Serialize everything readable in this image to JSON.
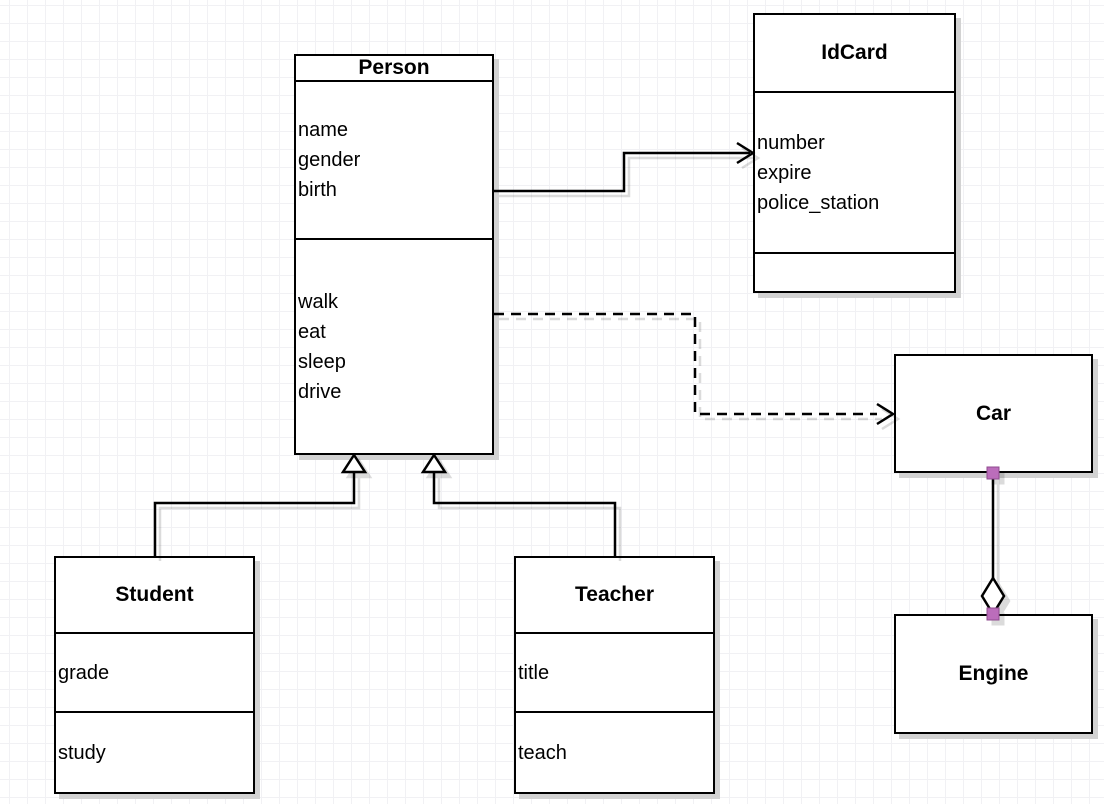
{
  "diagram": {
    "classes": {
      "person": {
        "name": "Person",
        "attributes": [
          "name",
          "gender",
          "birth"
        ],
        "methods": [
          "walk",
          "eat",
          "sleep",
          "drive"
        ]
      },
      "idcard": {
        "name": "IdCard",
        "attributes": [
          "number",
          "expire",
          "police_station"
        ],
        "methods": []
      },
      "car": {
        "name": "Car",
        "attributes": [],
        "methods": []
      },
      "engine": {
        "name": "Engine",
        "attributes": [],
        "methods": []
      },
      "student": {
        "name": "Student",
        "attributes": [
          "grade"
        ],
        "methods": [
          "study"
        ]
      },
      "teacher": {
        "name": "Teacher",
        "attributes": [
          "title"
        ],
        "methods": [
          "teach"
        ]
      }
    },
    "relationships": [
      {
        "from": "Person",
        "to": "IdCard",
        "type": "association",
        "line": "solid",
        "marker": "open-arrow"
      },
      {
        "from": "Person",
        "to": "Car",
        "type": "dependency",
        "line": "dashed",
        "marker": "open-arrow"
      },
      {
        "from": "Student",
        "to": "Person",
        "type": "generalization",
        "line": "solid",
        "marker": "hollow-triangle"
      },
      {
        "from": "Teacher",
        "to": "Person",
        "type": "generalization",
        "line": "solid",
        "marker": "hollow-triangle"
      },
      {
        "from": "Car",
        "to": "Engine",
        "type": "aggregation",
        "line": "solid",
        "marker": "hollow-diamond"
      }
    ],
    "colors": {
      "stroke": "#000000",
      "box_fill": "#ffffff",
      "grid_line": "#f1f1f4",
      "shadow": "#d2d2d2",
      "handle_fill": "#bb6dbb",
      "handle_border": "#8f4b8f"
    }
  }
}
